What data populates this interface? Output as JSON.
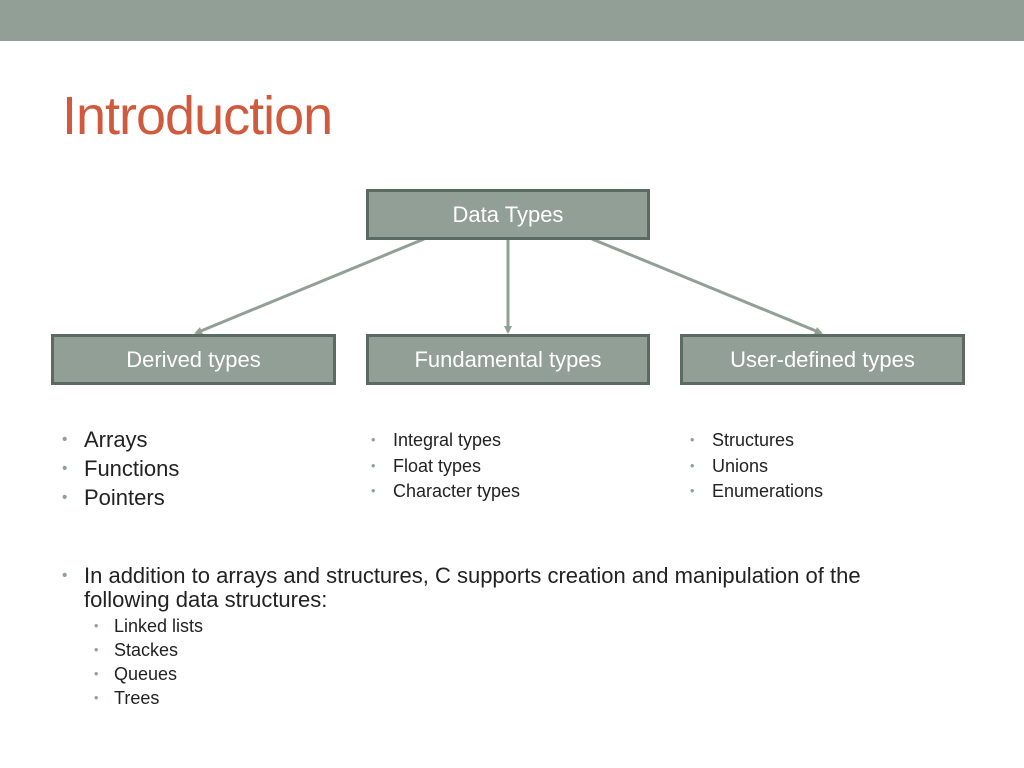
{
  "slide": {
    "title": "Introduction",
    "bullet_glyph": "•",
    "colors": {
      "band": "#919f97",
      "title": "#d05a3e",
      "node_fill": "#919f97",
      "node_border": "#5c6a64",
      "connector": "#919f97",
      "text": "#222222"
    }
  },
  "diagram": {
    "root": {
      "label": "Data Types"
    },
    "children": [
      {
        "id": "derived",
        "label": "Derived types",
        "items": [
          "Arrays",
          "Functions",
          "Pointers"
        ]
      },
      {
        "id": "fundamental",
        "label": "Fundamental types",
        "items": [
          "Integral types",
          "Float types",
          "Character types"
        ]
      },
      {
        "id": "userdef",
        "label": "User-defined types",
        "items": [
          "Structures",
          "Unions",
          "Enumerations"
        ]
      }
    ]
  },
  "note": {
    "text": "In addition to arrays and structures, C supports creation and manipulation of the following data structures:",
    "items": [
      "Linked lists",
      "Stackes",
      "Queues",
      "Trees"
    ]
  }
}
